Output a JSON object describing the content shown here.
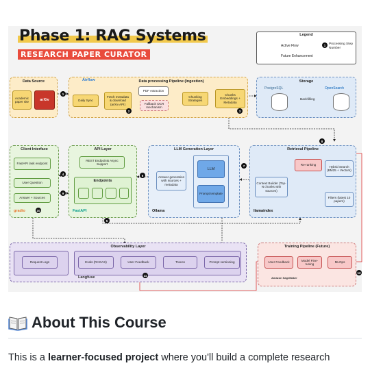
{
  "diagram": {
    "title": "Phase 1: RAG Systems",
    "subtitle": "RESEARCH PAPER CURATOR",
    "legend": {
      "title": "Legend",
      "active_flow": "Active Flow",
      "future": "Future Enhancement",
      "step": "Processing Step Number",
      "step_num": "1"
    },
    "data_source": {
      "title": "Data Source",
      "academic": "Academic paper site",
      "arxiv": "arXiv"
    },
    "pipeline": {
      "title": "Data processing Pipeline (Ingestion)",
      "brand": "Airflow",
      "daily_sync": "Daily Sync",
      "fetch": "Fetch metadata & download (arXiv API)",
      "pdf": "PDF extraction",
      "fallback": "Fallback OCR mechanism",
      "chunking": "Chunking Strategies",
      "chunks_emb": "Chunks Embeddings + Metadata"
    },
    "storage": {
      "title": "Storage",
      "postgres": "PostgreSQL",
      "opensearch": "OpenSearch",
      "backfilling": "Backfilling"
    },
    "client": {
      "title": "Client Interface",
      "fastapi": "FastAPI /ask endpoint",
      "question": "User Question",
      "answer": "Answer + Sources",
      "brand": "gradio"
    },
    "api": {
      "title": "API Layer",
      "rest": "REST Endpoints Async Support",
      "endpoints": "Endpoints",
      "brand": "FastAPI"
    },
    "llm": {
      "title": "LLM Generation Layer",
      "answer_gen": "Answer generation with sources + metadata",
      "llm": "LLM",
      "prompt": "Prompt template",
      "brand": "Ollama"
    },
    "retrieval": {
      "title": "Retrieval Pipeline",
      "reranking": "Re-ranking",
      "hybrid": "Hybrid Search (BM25 + Vectors)",
      "context": "Context Builder (Top-N chunks with sources)",
      "filters": "Filters (latest 10 papers)",
      "brand": "llamaindex"
    },
    "observability": {
      "title": "Observability Layer",
      "logs": "Request Logs",
      "evals": "Evals (RAGAS)",
      "feedback": "User Feedback",
      "traces": "Traces",
      "versioning": "Prompt versioning",
      "brand": "Langfuse"
    },
    "training": {
      "title": "Training Pipeline (Future)",
      "feedback": "User Feedback",
      "model": "Model Fine-tuning",
      "mlops": "MLOps",
      "brand": "Amazon SageMaker"
    },
    "steps": [
      "1",
      "2",
      "3",
      "4",
      "5",
      "6",
      "7",
      "8",
      "9",
      "10",
      "11",
      "12"
    ]
  },
  "about": {
    "icon": "open-book-icon",
    "title": "About This Course",
    "lead": "This is a ",
    "bold": "learner-focused project",
    "rest": " where you'll build a complete research"
  }
}
